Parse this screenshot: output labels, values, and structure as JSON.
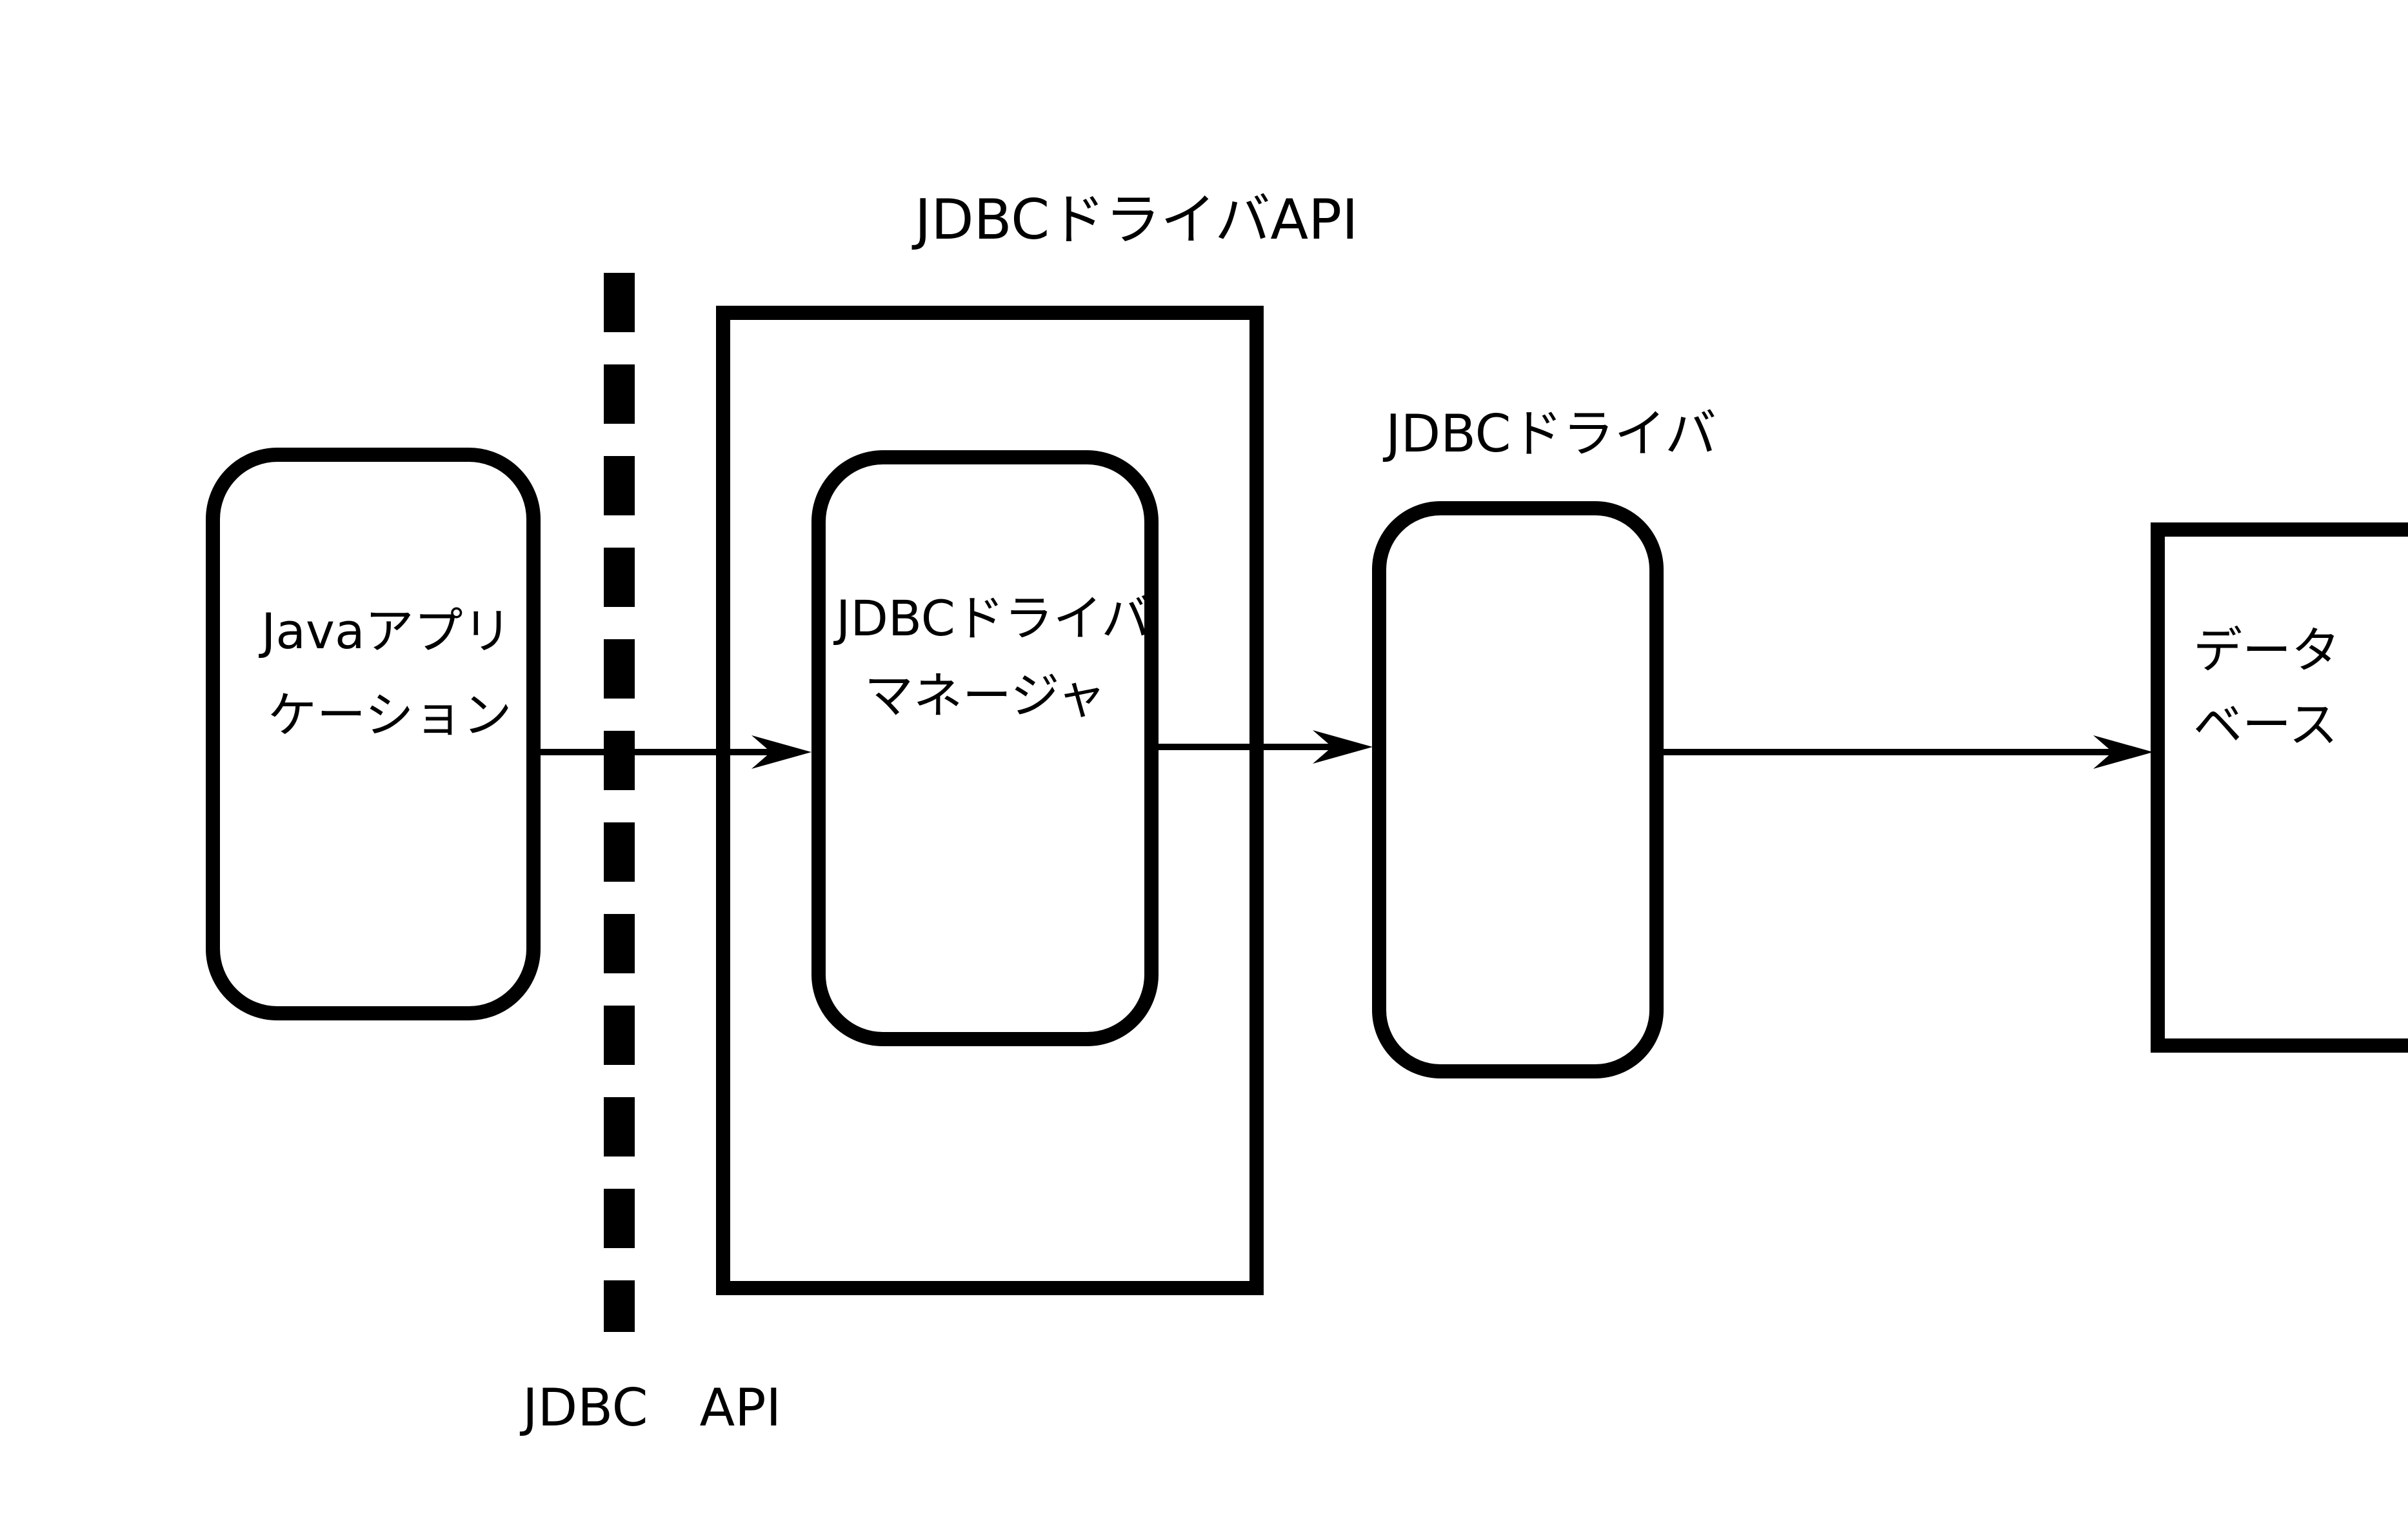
{
  "diagram": {
    "title": "JDBCドライバAPI",
    "driver_label": "JDBCドライバ",
    "jdbc_api_label": "JDBC　API",
    "java_app": {
      "line1": "Javaアプリ",
      "line2": "ケーション"
    },
    "driver_manager": {
      "line1": "JDBCドライバ",
      "line2": "マネージャ"
    },
    "database": {
      "line1": "データ",
      "line2": "ベース"
    },
    "colors": {
      "stroke": "#000000",
      "background": "#ffffff"
    }
  }
}
